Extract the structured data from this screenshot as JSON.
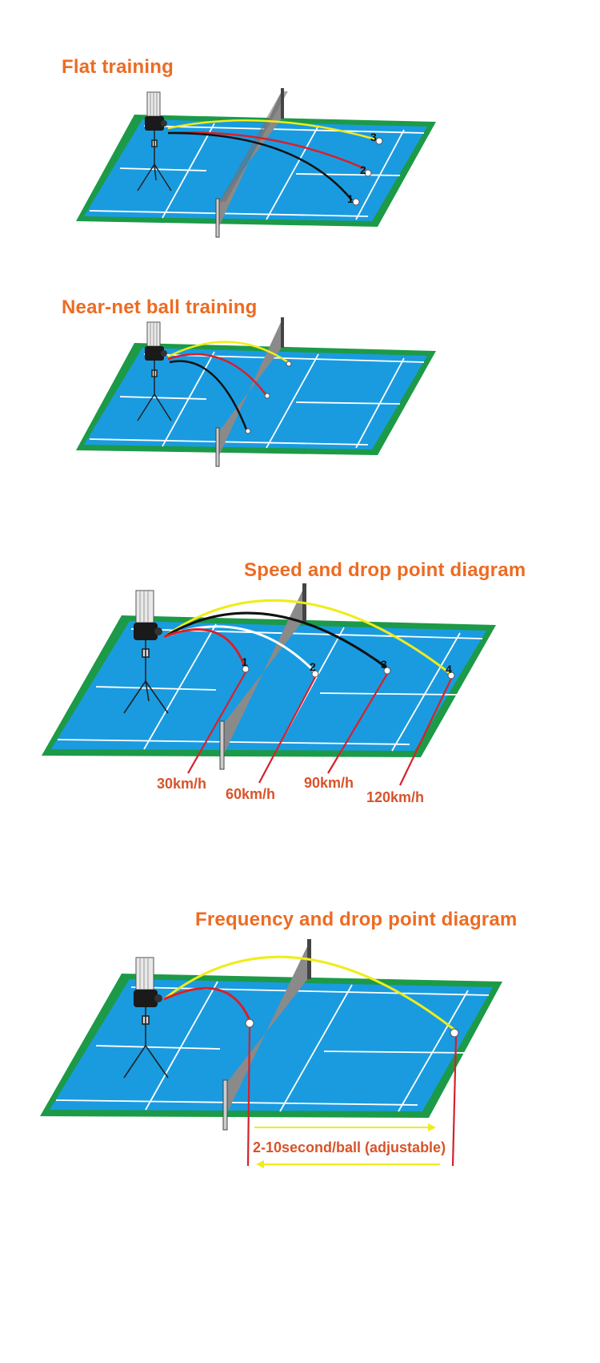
{
  "panels": [
    {
      "title": "Flat training"
    },
    {
      "title": "Near-net ball training"
    },
    {
      "title": "Speed and drop point diagram"
    },
    {
      "title": "Frequency and drop point diagram"
    }
  ],
  "speed_labels": [
    "30km/h",
    "60km/h",
    "90km/h",
    "120km/h"
  ],
  "ball_numbers": [
    "1",
    "2",
    "3",
    "4"
  ],
  "frequency_label": "2-10second/ball (adjustable)",
  "colors": {
    "title": "#ed6b22",
    "court_blue": "#1a9be0",
    "court_border": "#1c9a47",
    "trajectory_yellow": "#f0ec1a",
    "trajectory_red": "#d8202a",
    "trajectory_black": "#111111",
    "trajectory_white": "#ffffff",
    "net": "#8a8a8a"
  },
  "icons": [
    "shuttle-launcher-icon",
    "tripod-stand-icon",
    "shuttlecock-icon",
    "arrow-right-icon",
    "arrow-left-icon"
  ]
}
